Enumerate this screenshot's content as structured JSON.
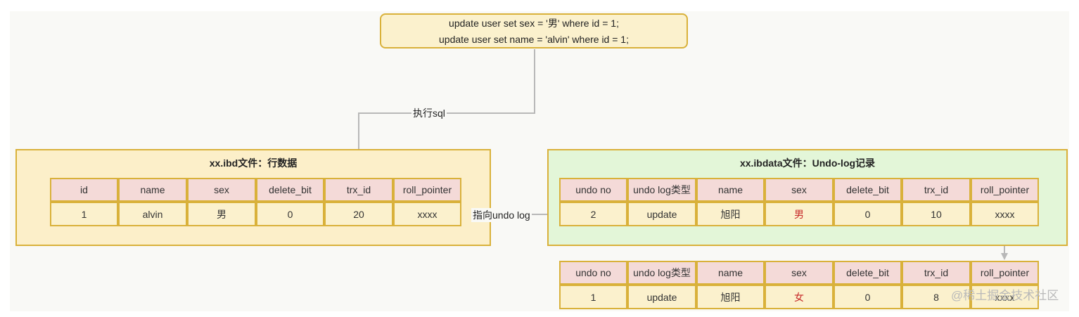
{
  "sql": {
    "lines": [
      "update user set sex = '男' where id = 1;",
      "update user set name = 'alvin' where id = 1;"
    ]
  },
  "edges": {
    "exec_label": "执行sql",
    "pointer_label": "指向undo log"
  },
  "ibd": {
    "title": "xx.ibd文件：行数据",
    "headers": [
      "id",
      "name",
      "sex",
      "delete_bit",
      "trx_id",
      "roll_pointer"
    ],
    "row": [
      "1",
      "alvin",
      "男",
      "0",
      "20",
      "xxxx"
    ]
  },
  "undo": {
    "title": "xx.ibdata文件：Undo-log记录",
    "headers": [
      "undo no",
      "undo log类型",
      "name",
      "sex",
      "delete_bit",
      "trx_id",
      "roll_pointer"
    ],
    "record1": [
      "2",
      "update",
      "旭阳",
      "男",
      "0",
      "10",
      "xxxx"
    ],
    "record2": [
      "1",
      "update",
      "旭阳",
      "女",
      "0",
      "8",
      "xxxx"
    ]
  },
  "watermark": "@稀土掘金技术社区",
  "colors": {
    "border": "#d9b13a",
    "header_fill": "#f4dad8",
    "cell_fill": "#fbf1cd",
    "left_container": "#fcefc9",
    "right_container": "#e3f6d8",
    "highlight_text": "#c62828",
    "arrow": "#b8b8b8"
  }
}
